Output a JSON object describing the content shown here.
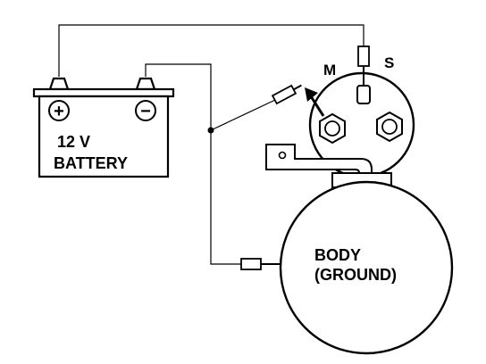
{
  "battery": {
    "voltage_label": "12 V",
    "name_label": "BATTERY",
    "positive_symbol": "+",
    "negative_symbol": "−"
  },
  "solenoid": {
    "m_label": "M",
    "s_label": "S"
  },
  "starter_body": {
    "line1": "BODY",
    "line2": "(GROUND)"
  },
  "colors": {
    "ink": "#000000",
    "paper": "#ffffff"
  },
  "icons": [
    "battery-icon",
    "bolt-icon",
    "connector-plug-icon",
    "arrow-icon"
  ]
}
